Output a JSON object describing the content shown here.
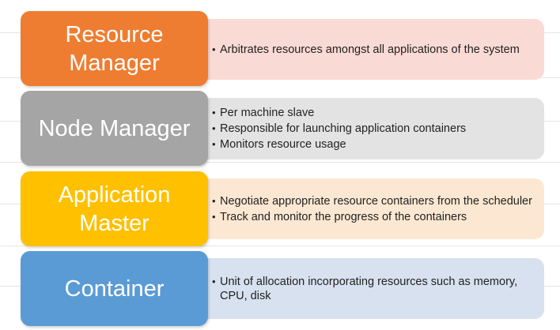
{
  "rows": [
    {
      "title": "Resource Manager",
      "bullets": [
        "Arbitrates resources amongst all applications of the system"
      ],
      "label_color": "#EE7D31",
      "desc_color": "#FADAD5"
    },
    {
      "title": "Node Manager",
      "bullets": [
        "Per machine slave",
        "Responsible for launching application containers",
        "Monitors resource usage"
      ],
      "label_color": "#A5A5A5",
      "desc_color": "#E3E3E3"
    },
    {
      "title": "Application Master",
      "bullets": [
        "Negotiate appropriate resource containers from the scheduler",
        "Track and monitor the progress of the containers"
      ],
      "label_color": "#FFC000",
      "desc_color": "#FCE8D2"
    },
    {
      "title": "Container",
      "bullets": [
        "Unit of allocation incorporating resources such as memory, CPU, disk"
      ],
      "label_color": "#5B9BD5",
      "desc_color": "#D7E1EF"
    }
  ]
}
